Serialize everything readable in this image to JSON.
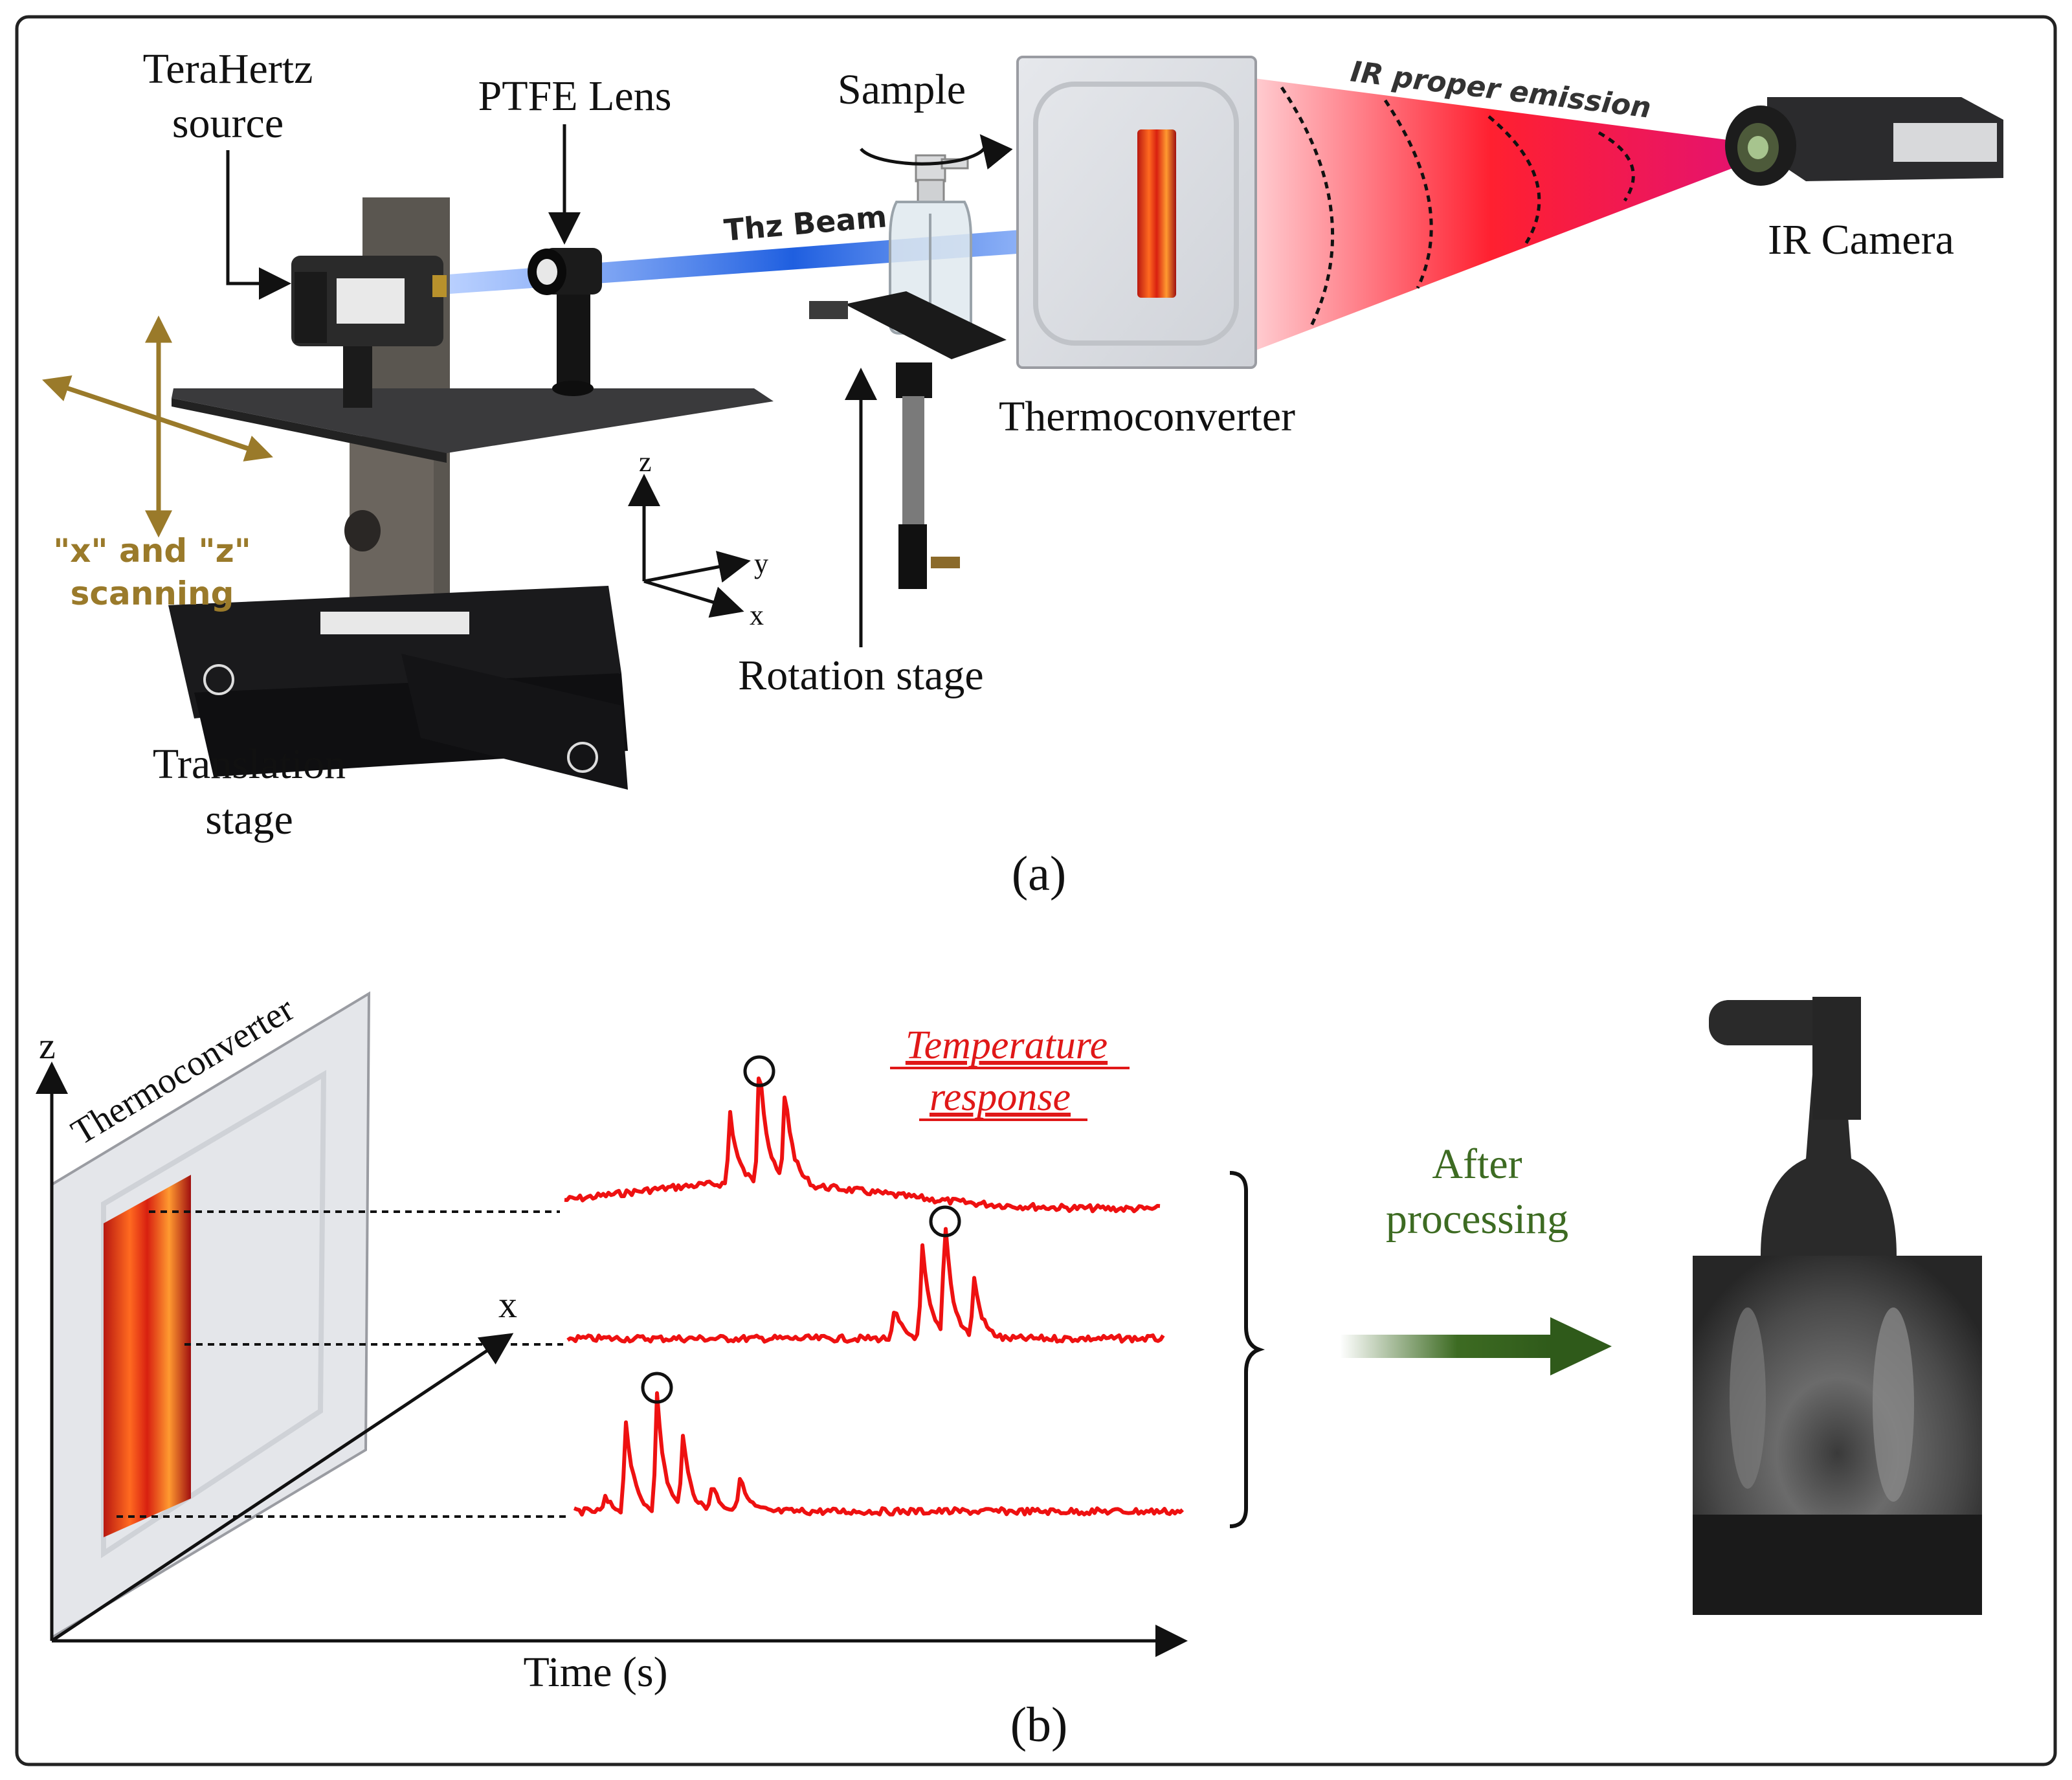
{
  "panel_a": {
    "caption": "(a)",
    "labels": {
      "terahertz_source_line1": "TeraHertz",
      "terahertz_source_line2": "source",
      "ptfe_lens": "PTFE Lens",
      "sample": "Sample",
      "thz_beam": "Thz Beam",
      "ir_emission": "IR  proper emission",
      "ir_camera": "IR Camera",
      "thermoconverter": "Thermoconverter",
      "scanning_line1": "\"x\" and \"z\"",
      "scanning_line2": "scanning",
      "translation_stage_line1": "Translation",
      "translation_stage_line2": "stage",
      "rotation_stage": "Rotation stage",
      "axis_z": "z",
      "axis_y": "y",
      "axis_x": "x"
    },
    "colors": {
      "beam_blue": "#1f5fe0",
      "emission_red": "#ff1a2a",
      "scanning_gold": "#9a7a2a"
    }
  },
  "panel_b": {
    "caption": "(b)",
    "labels": {
      "thermoconverter": "Thermoconverter",
      "axis_z": "z",
      "axis_x": "x",
      "axis_time": "Time (s)",
      "temperature_line1": "Temperature",
      "temperature_line2": "response",
      "after_line1": "After",
      "after_line2": "processing"
    },
    "colors": {
      "trace_red": "#ee1111",
      "process_green": "#3d6b22",
      "temperature_text": "#e01818"
    }
  }
}
